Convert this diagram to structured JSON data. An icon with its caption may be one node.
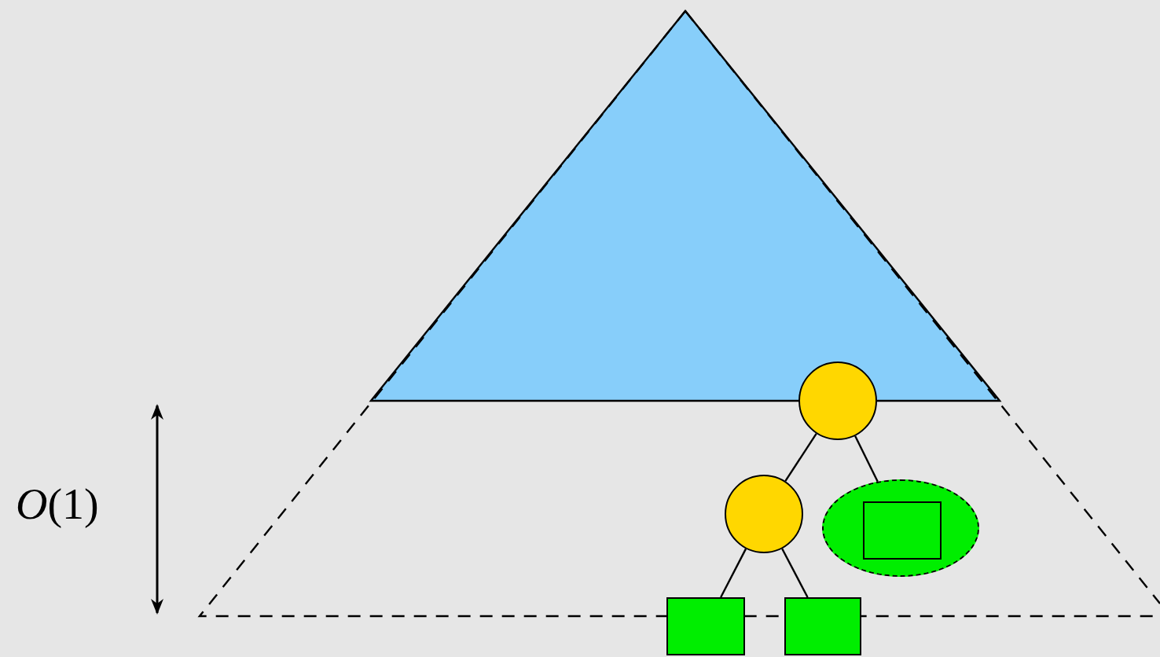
{
  "diagram": {
    "nodes": [
      {
        "text": [],
        "shape": "circle"
      },
      {
        "text": [],
        "shape": "circle"
      },
      {
        "text": [],
        "shape": "ellipse"
      },
      {
        "text": [],
        "shape": "box",
        "in": 2
      },
      {
        "text": [],
        "shape": "box"
      },
      {
        "text": [],
        "shape": "box"
      }
    ],
    "edges": [
      {
        "from": 0,
        "to": 1,
        "arrow": "none"
      },
      {
        "from": 0,
        "to": 2,
        "arrow": "none"
      },
      {
        "from": 1,
        "to": 4,
        "arrow": "none"
      },
      {
        "from": 1,
        "to": 5,
        "arrow": "none"
      }
    ],
    "labels": [
      "*O*(1)"
    ]
  }
}
